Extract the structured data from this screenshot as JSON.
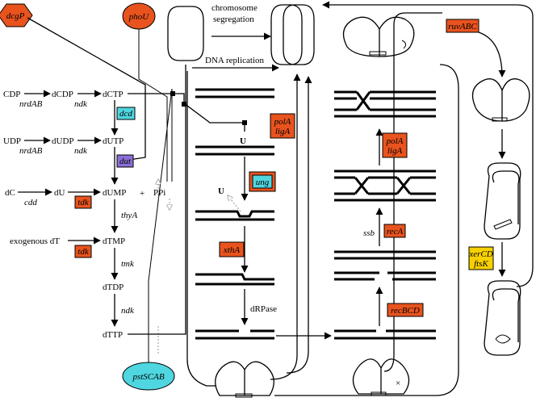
{
  "colors": {
    "orange": "#e8531e",
    "cyan": "#4fd6e0",
    "purple": "#8b6fd6",
    "yellow": "#f7d000"
  },
  "genes": {
    "dcgP": "dcgP",
    "phoU": "phoU",
    "pstSCAB": "pstSCAB",
    "dcd": "dcd",
    "dut": "dut",
    "tdk1": "tdk",
    "tdk2": "tdk",
    "polA1": "polA",
    "ligA1": "ligA",
    "ung": "ung",
    "xthA": "xthA",
    "polA2": "polA",
    "ligA2": "ligA",
    "recA": "recA",
    "recBCD": "recBCD",
    "ruvABC": "ruvABC",
    "xerCD": "xerCD",
    "ftsK": "ftsK"
  },
  "metabolites": {
    "CDP": "CDP",
    "dCDP": "dCDP",
    "dCTP": "dCTP",
    "UDP": "UDP",
    "dUDP": "dUDP",
    "dUTP": "dUTP",
    "dC": "dC",
    "dU": "dU",
    "dUMP": "dUMP",
    "plus": "+",
    "PPi": "PPi",
    "exo_dT": "exogenous dT",
    "dTMP": "dTMP",
    "dTDP": "dTDP",
    "dTTP": "dTTP"
  },
  "enzymes": {
    "nrdAB1": "nrdAB",
    "ndk1": "ndk",
    "nrdAB2": "nrdAB",
    "ndk2": "ndk",
    "cdd": "cdd",
    "thyA": "thyA",
    "tmk": "tmk",
    "ndk3": "ndk",
    "ssb": "ssb"
  },
  "labels": {
    "chromosome": "chromosome",
    "segregation": "segregation",
    "dna_replication": "DNA replication",
    "U1": "U",
    "U2": "U",
    "dRPase": "dRPase"
  }
}
